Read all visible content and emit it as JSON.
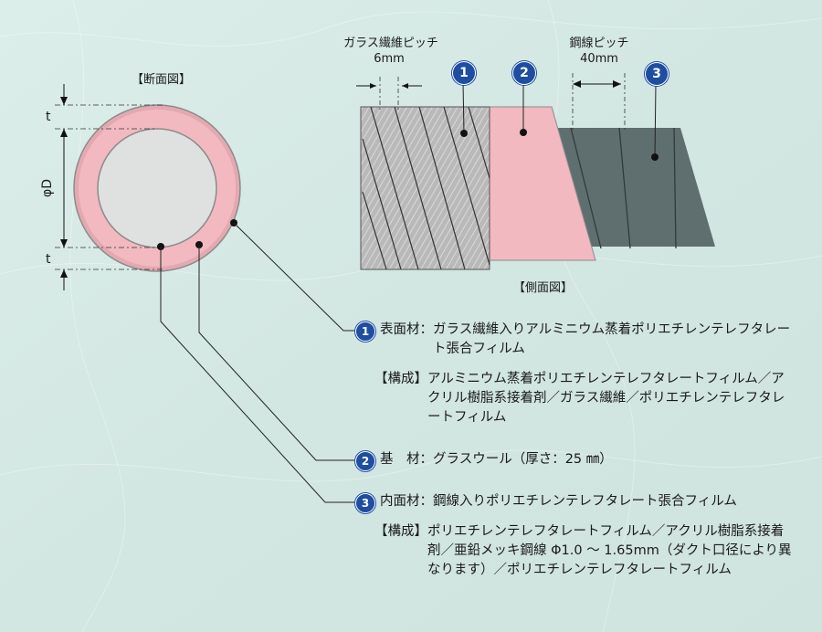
{
  "labels": {
    "section_view": "【断面図】",
    "side_view": "【側面図】",
    "thickness": "t",
    "diameter": "φD",
    "glass_pitch_title": "ガラス繊維ピッチ",
    "glass_pitch_value": "6mm",
    "wire_pitch_title": "鋼線ピッチ",
    "wire_pitch_value": "40mm"
  },
  "markers": [
    "1",
    "2",
    "3"
  ],
  "items": [
    {
      "num": "1",
      "key": "表面材：",
      "text": "ガラス繊維入りアルミニウム蒸着ポリエチレンテレフタレート張合フィルム",
      "comp_key": "【構成】",
      "comp_text": "アルミニウム蒸着ポリエチレンテレフタレートフィルム／アクリル樹脂系接着剤／ガラス繊維／ポリエチレンテレフタレートフィルム"
    },
    {
      "num": "2",
      "key": "基　材：",
      "text": "グラスウール（厚さ：25 ㎜）"
    },
    {
      "num": "3",
      "key": "内面材：",
      "text": "鋼線入りポリエチレンテレフタレート張合フィルム",
      "comp_key": "【構成】",
      "comp_text": "ポリエチレンテレフタレートフィルム／アクリル樹脂系接着剤／亜鉛メッキ鋼線 Φ1.0 ～ 1.65mm（ダクト口径により異なります）／ポリエチレンテレフタレートフィルム"
    }
  ],
  "colors": {
    "background": "#d8e9e6",
    "insulation_pink": "#f2b9c0",
    "outer_silver": "#c9c9c9",
    "inner_gray": "#5f6f6f",
    "marker_blue": "#1f4ea1"
  }
}
